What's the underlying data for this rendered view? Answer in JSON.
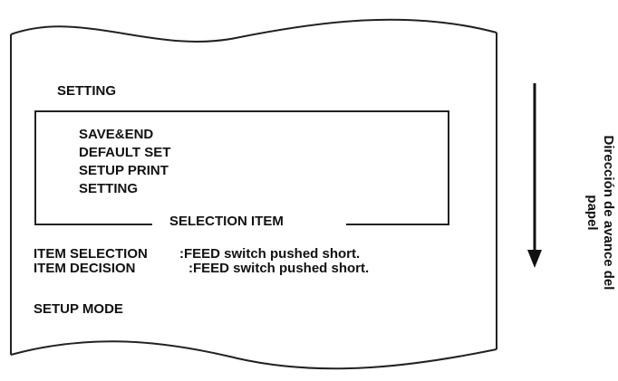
{
  "receipt": {
    "heading": "SETTING",
    "menu_items": [
      "SAVE&END",
      "DEFAULT SET",
      "SETUP PRINT",
      "SETTING"
    ],
    "box_caption": "SELECTION ITEM",
    "instructions": [
      {
        "label": "ITEM SELECTION",
        "value": ":FEED switch pushed short."
      },
      {
        "label": "ITEM DECISION",
        "value": ":FEED switch pushed short."
      }
    ],
    "footer": "SETUP MODE"
  },
  "feed_direction": {
    "line1": "Dirección de avance del",
    "line2": "papel"
  }
}
